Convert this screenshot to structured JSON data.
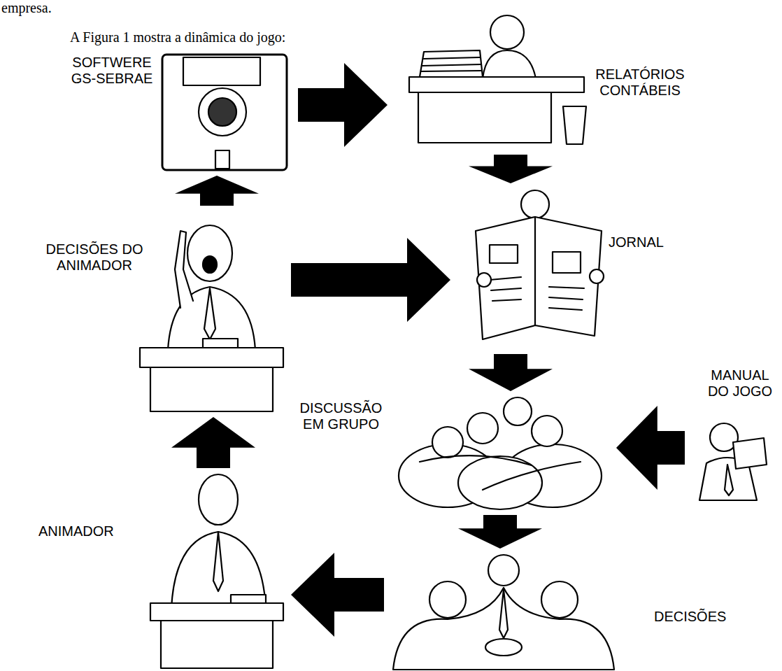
{
  "diagram": {
    "nodes": [
      {
        "text": [
          "SOFTWERE GS-SEBRAE"
        ]
      },
      {
        "text": [
          "RELATÓRIOS CONTÁBEIS"
        ]
      },
      {
        "text": [
          "DECISÕES DO ANIMADOR"
        ]
      },
      {
        "text": [
          "JORNAL"
        ]
      },
      {
        "text": [
          "MANUAL DO JOGO"
        ]
      },
      {
        "text": [
          "DISCUSSÃO EM GRUPO"
        ]
      },
      {
        "text": [
          "ANIMADOR"
        ]
      },
      {
        "text": [
          "DECISÕES"
        ]
      }
    ],
    "edges": [
      {
        "from": 2,
        "to": 0,
        "arrow": "to"
      },
      {
        "from": 0,
        "to": 1,
        "arrow": "to"
      },
      {
        "from": 2,
        "to": 3,
        "arrow": "to"
      },
      {
        "from": 1,
        "to": 3,
        "arrow": "to"
      },
      {
        "from": 3,
        "to": 5,
        "arrow": "to"
      },
      {
        "from": 4,
        "to": 5,
        "arrow": "to"
      },
      {
        "from": 5,
        "to": 7,
        "arrow": "to"
      },
      {
        "from": 7,
        "to": 6,
        "arrow": "to"
      },
      {
        "from": 6,
        "to": 2,
        "arrow": "to"
      }
    ],
    "labels": [
      "empresa.",
      "A Figura 1 mostra a dinâmica do jogo:"
    ]
  }
}
